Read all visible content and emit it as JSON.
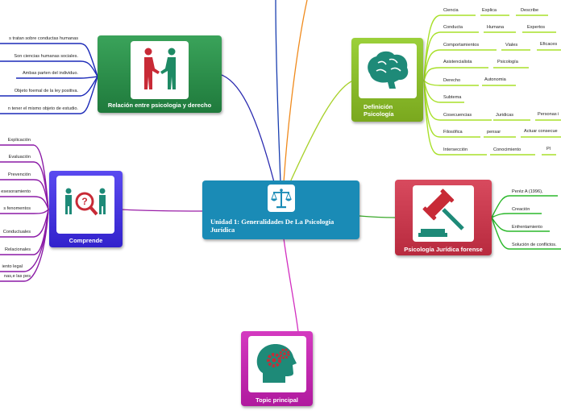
{
  "central": {
    "title": "Unidad 1: Generalidades De La Psicología Jurídica"
  },
  "topics": {
    "relacion": {
      "title": "Relación entre psicologia y derecho",
      "icon": "handshake-icon",
      "color": "#2e8b4a"
    },
    "comprende": {
      "title": "Comprende",
      "icon": "people-magnifier-icon",
      "color": "#4433dd"
    },
    "definicion": {
      "title": "Definición Psicología",
      "icon": "brain-icon",
      "color": "#8db82b"
    },
    "forense": {
      "title": "Psicología Jurídica forense",
      "icon": "gavel-icon",
      "color": "#c8334a"
    },
    "principal": {
      "title": "Topic principal",
      "icon": "head-gears-icon",
      "color": "#c822b0"
    }
  },
  "relacion_items": [
    "s tratan sobre conductas humanas",
    "Son ciencias humanas sociales.",
    "Ambas parten del individuo.",
    "Objeto foemal de la  ley positiva.",
    "n tener el mismo objeto de estudio."
  ],
  "comprende_items": [
    "Explicación",
    "Evaluación",
    "Prevención",
    "esesoramiento",
    "s fenomentos",
    "Conductuales",
    "Relacionales",
    "iento legal",
    "nas,e las pes"
  ],
  "definicion_rows": [
    [
      "Ciencia",
      "Explica",
      "Describe"
    ],
    [
      "Conducta",
      "Humana",
      "Expertos"
    ],
    [
      "Comportamientos",
      "Viales",
      "Eficaces"
    ],
    [
      "Asistencialista",
      "Psicología"
    ],
    [
      "Derecho",
      "Autonomia"
    ],
    [
      "Subtema"
    ],
    [
      "Cosecuencias",
      "Juridicas",
      "Personas i"
    ],
    [
      "Filosófica",
      "pensar",
      "Actuar consecue"
    ],
    [
      "Intersección",
      "Conocimiento",
      "Pl"
    ]
  ],
  "forense_items": [
    "Peréz A (1996),",
    "Creación",
    "Enfrentamiento",
    "Solución de conflictos."
  ]
}
